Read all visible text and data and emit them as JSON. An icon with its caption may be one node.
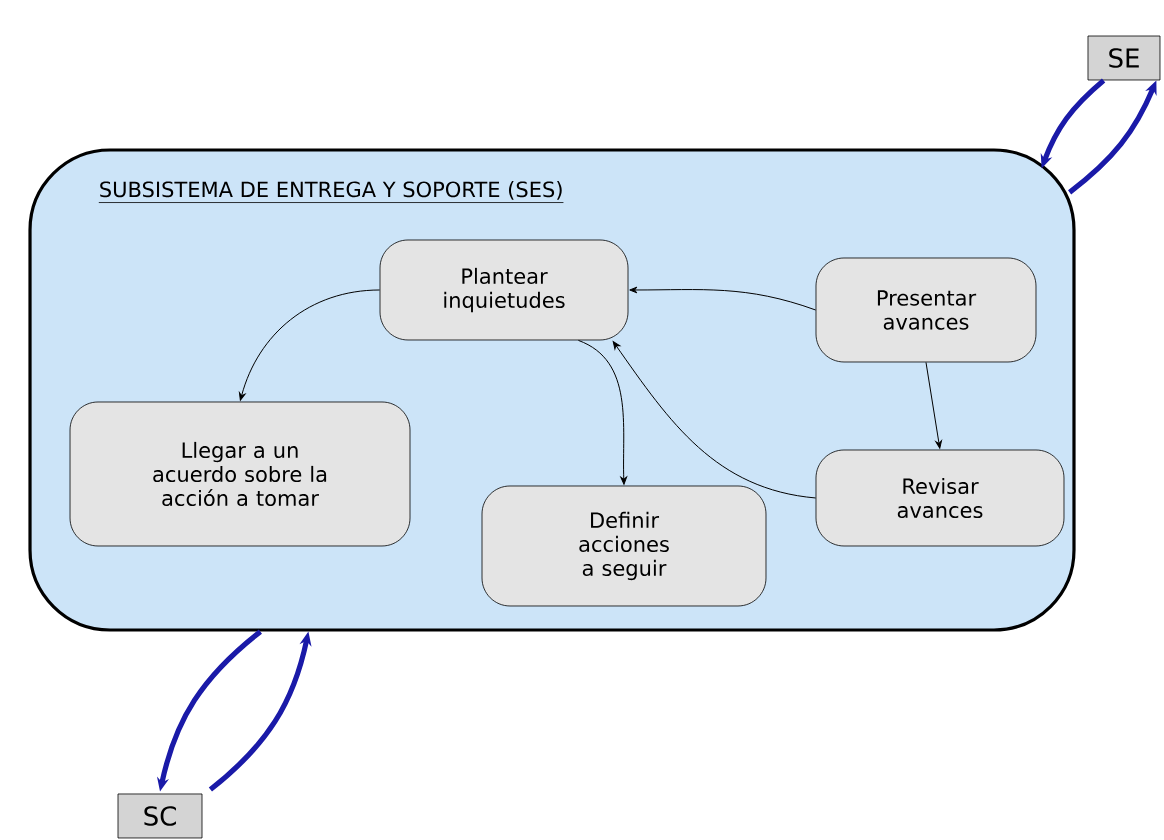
{
  "diagram": {
    "nodes": [
      {
        "text": [
          "SUBSISTEMA DE ENTREGA Y SOPORTE (SES)"
        ]
      },
      {
        "text": [
          "Plantear inquietudes"
        ],
        "in": 0
      },
      {
        "text": [
          "Presentar avances"
        ],
        "in": 0
      },
      {
        "text": [
          "Llegar a un acuerdo sobre la acción a tomar"
        ],
        "in": 0
      },
      {
        "text": [
          "Definir acciones a seguir"
        ],
        "in": 0
      },
      {
        "text": [
          "Revisar avances"
        ],
        "in": 0
      },
      {
        "text": [
          "SE"
        ]
      },
      {
        "text": [
          "SC"
        ]
      }
    ],
    "edges": [
      {
        "from": 2,
        "to": 1,
        "arrow": "to"
      },
      {
        "from": 1,
        "to": 3,
        "arrow": "to"
      },
      {
        "from": 1,
        "to": 4,
        "arrow": "to"
      },
      {
        "from": 2,
        "to": 5,
        "arrow": "to"
      },
      {
        "from": 5,
        "to": 1,
        "arrow": "to"
      },
      {
        "from": 0,
        "to": 6,
        "arrow": "to",
        "style": "thick",
        "color": "#1a1aa8"
      },
      {
        "from": 6,
        "to": 0,
        "arrow": "to",
        "style": "thick",
        "color": "#1a1aa8"
      },
      {
        "from": 0,
        "to": 7,
        "arrow": "to",
        "style": "thick",
        "color": "#1a1aa8"
      },
      {
        "from": 7,
        "to": 0,
        "arrow": "to",
        "style": "thick",
        "color": "#1a1aa8"
      }
    ]
  }
}
